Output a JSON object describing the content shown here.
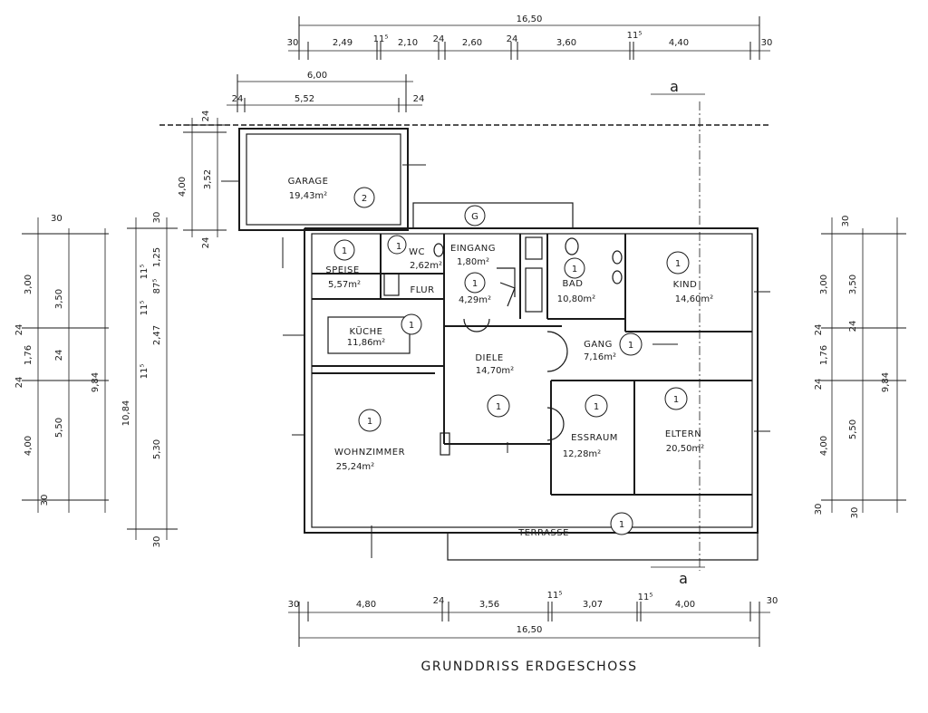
{
  "title": "GRUNDDRISS ERDGESCHOSS",
  "section_label": "a",
  "rooms": [
    {
      "id": "garage",
      "name": "GARAGE",
      "area": "19,43m²",
      "marker": "2"
    },
    {
      "id": "speise",
      "name": "SPEISE",
      "area": "5,57m²",
      "marker": "1"
    },
    {
      "id": "wc",
      "name": "WC",
      "area": "2,62m²",
      "marker": "1"
    },
    {
      "id": "eingang",
      "name": "EINGANG",
      "area": "1,80m²",
      "marker": "G"
    },
    {
      "id": "flur",
      "name": "FLUR",
      "area": "4,29m²",
      "marker": "1"
    },
    {
      "id": "bad",
      "name": "BAD",
      "area": "10,80m²",
      "marker": "1"
    },
    {
      "id": "kind",
      "name": "KIND",
      "area": "14,60m²",
      "marker": "1"
    },
    {
      "id": "kueche",
      "name": "KÜCHE",
      "area": "11,86m²",
      "marker": "1"
    },
    {
      "id": "diele",
      "name": "DIELE",
      "area": "14,70m²",
      "marker": "1"
    },
    {
      "id": "gang",
      "name": "GANG",
      "area": "7,16m²",
      "marker": "1"
    },
    {
      "id": "wohnzimmer",
      "name": "WOHNZIMMER",
      "area": "25,24m²",
      "marker": "1"
    },
    {
      "id": "essraum",
      "name": "ESSRAUM",
      "area": "12,28m²",
      "marker": "1"
    },
    {
      "id": "eltern",
      "name": "ELTERN",
      "area": "20,50m²",
      "marker": "1"
    },
    {
      "id": "terrasse",
      "name": "TERRASSE",
      "area": "",
      "marker": "1"
    }
  ],
  "dims": {
    "top_total": "16,50",
    "top_segments": [
      "30",
      "2,49",
      "11⁵",
      "2,10",
      "24",
      "2,60",
      "24",
      "3,60",
      "11⁵",
      "4,40",
      "30"
    ],
    "garage_total": "6,00",
    "garage_segments": [
      "24",
      "5,52",
      "24"
    ],
    "bottom_total": "16,50",
    "bottom_segments": [
      "30",
      "4,80",
      "24",
      "3,56",
      "11⁵",
      "3,07",
      "11⁵",
      "4,00",
      "30"
    ],
    "left_outer": [
      "30",
      "3,00",
      "24",
      "1,76",
      "24",
      "4,00",
      "30"
    ],
    "left_mid": [
      "3,50",
      "24",
      "5,50",
      "9,84"
    ],
    "left_inner": [
      "10,84",
      "30",
      "1,25",
      "11⁵",
      "87⁵",
      "11⁵",
      "2,47",
      "11⁵",
      "5,30",
      "30"
    ],
    "garage_side": [
      "24",
      "4,00",
      "3,52",
      "24"
    ],
    "right_outer": [
      "30",
      "3,00",
      "24",
      "1,76",
      "24",
      "4,00",
      "30"
    ],
    "right_mid": [
      "3,50",
      "24",
      "5,50",
      "9,84"
    ]
  }
}
